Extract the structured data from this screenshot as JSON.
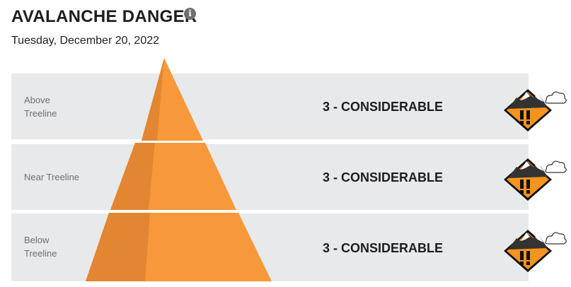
{
  "header": {
    "title": "AVALANCHE DANGER",
    "info_icon": "info-icon",
    "info_glyph": "i"
  },
  "forecast": {
    "date": "Tuesday, December 20, 2022"
  },
  "colors": {
    "band_background": "#e8e9eb",
    "pyramid_light": "#f7993a",
    "pyramid_dark": "#e38631",
    "danger_orange": "#f7941d",
    "mountain_dark": "#333333"
  },
  "bands": [
    {
      "label_line1": "Above",
      "label_line2": "Treeline",
      "rating": "3 - CONSIDERABLE",
      "icon": "considerable-danger-icon"
    },
    {
      "label_line1": "Near Treeline",
      "label_line2": "",
      "rating": "3 - CONSIDERABLE",
      "icon": "considerable-danger-icon"
    },
    {
      "label_line1": "Below",
      "label_line2": "Treeline",
      "rating": "3 - CONSIDERABLE",
      "icon": "considerable-danger-icon"
    }
  ]
}
